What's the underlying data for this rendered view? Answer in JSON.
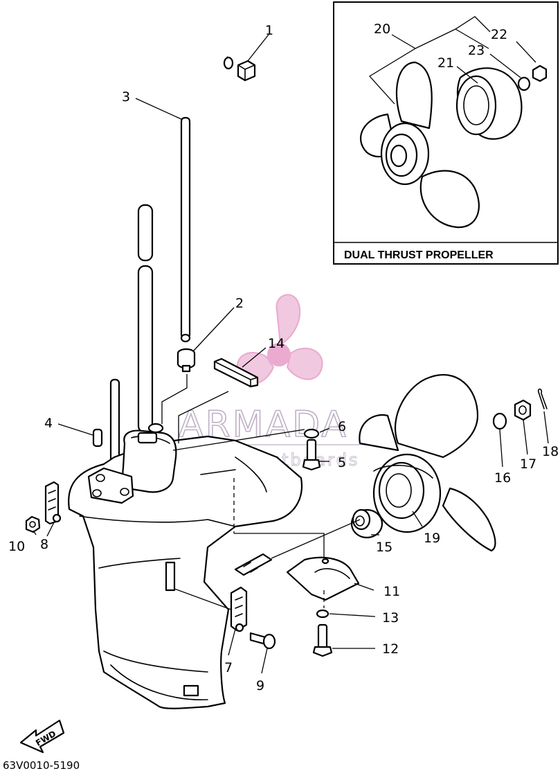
{
  "diagram": {
    "inset_title": "DUAL THRUST PROPELLER",
    "catalog_code": "63V0010-5190",
    "fwd_label": "FWD",
    "watermark": {
      "brand": "ARMADA",
      "tagline": "marine outboards",
      "logo_color": "#e8a0c8",
      "center_color": "#e9a3cc",
      "text_color": "#b9a7bf"
    },
    "callouts": [
      "1",
      "2",
      "3",
      "4",
      "5",
      "6",
      "7",
      "8",
      "9",
      "10",
      "11",
      "12",
      "13",
      "14",
      "15",
      "16",
      "17",
      "18",
      "19",
      "20",
      "21",
      "22",
      "23"
    ]
  }
}
